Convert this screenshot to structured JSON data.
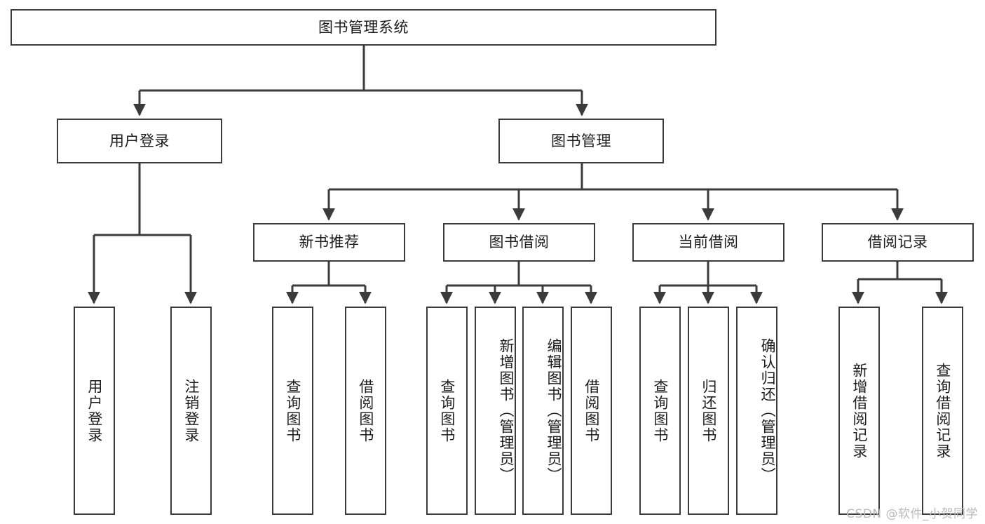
{
  "diagram": {
    "title": "图书管理系统",
    "type": "tree-hierarchy",
    "orientation": "top-down",
    "colors": {
      "box_border": "#3b3b3b",
      "box_fill": "#ffffff",
      "connector": "#3b3b3b",
      "text": "#1c1c1c",
      "watermark": "#b9b9b9",
      "background": "#ffffff"
    }
  },
  "root": {
    "label": "图书管理系统"
  },
  "level2": [
    {
      "label": "用户登录"
    },
    {
      "label": "图书管理"
    }
  ],
  "level3": [
    {
      "label": "新书推荐"
    },
    {
      "label": "图书借阅"
    },
    {
      "label": "当前借阅"
    },
    {
      "label": "借阅记录"
    }
  ],
  "leaves": {
    "user_login": [
      {
        "label": "用户登录"
      },
      {
        "label": "注销登录"
      }
    ],
    "new_book_recommend": [
      {
        "label": "查询图书"
      },
      {
        "label": "借阅图书"
      }
    ],
    "book_borrow": [
      {
        "label": "查询图书"
      },
      {
        "label": "新增图书（管理员）"
      },
      {
        "label": "编辑图书（管理员）"
      },
      {
        "label": "借阅图书"
      }
    ],
    "current_borrow": [
      {
        "label": "查询图书"
      },
      {
        "label": "归还图书"
      },
      {
        "label": "确认归还（管理员）"
      }
    ],
    "borrow_record": [
      {
        "label": "新增借阅记录"
      },
      {
        "label": "查询借阅记录"
      }
    ]
  },
  "watermark": {
    "text": "CSDN @软件_小贺同学"
  }
}
